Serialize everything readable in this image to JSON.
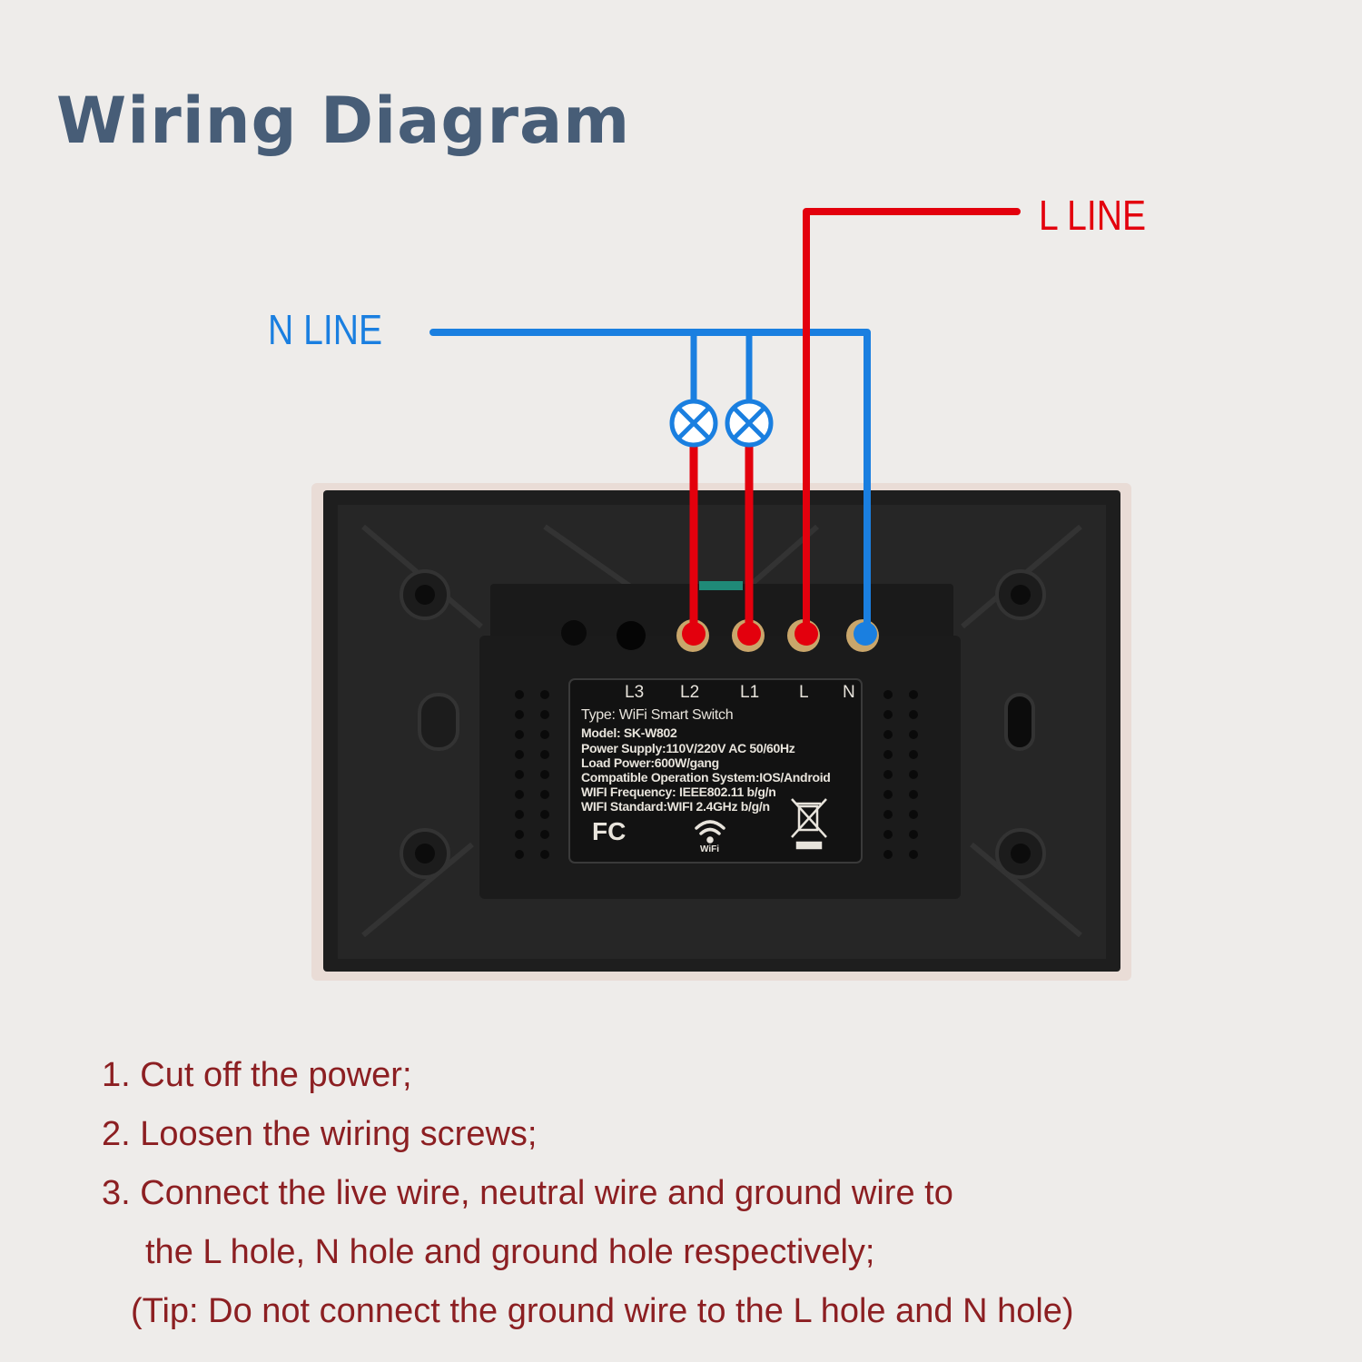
{
  "title": "Wiring Diagram",
  "labels": {
    "n_line": "N LINE",
    "l_line": "L LINE"
  },
  "colors": {
    "title": "#475d77",
    "neutral_wire": "#1a7fe0",
    "live_wire": "#e3000d",
    "steps_text": "#8c1f22",
    "background": "#eeecea"
  },
  "terminals": [
    "L3",
    "L2",
    "L1",
    "L",
    "N"
  ],
  "label_plate": {
    "type": "Type: WiFi Smart Switch",
    "model": "Model: SK-W802",
    "power_supply": "Power Supply:110V/220V AC  50/60Hz",
    "load_power": "Load Power:600W/gang",
    "os": "Compatible Operation System:IOS/Android",
    "wifi_frequency": "WIFI Frequency: IEEE802.11 b/g/n",
    "wifi_standard": "WIFI Standard:WIFI 2.4GHz b/g/n",
    "fcc_mark": "FC",
    "wifi_mark": "WiFi"
  },
  "icons": [
    "lamp-icon",
    "lamp-icon",
    "fcc-icon",
    "wifi-icon",
    "weee-bin-icon"
  ],
  "steps": [
    "1. Cut off the power;",
    "2. Loosen the wiring screws;",
    "3. Connect the live wire, neutral wire and ground wire to",
    "the L hole, N hole and ground hole respectively;",
    "(Tip: Do not connect the ground wire to the L hole and N hole)"
  ]
}
